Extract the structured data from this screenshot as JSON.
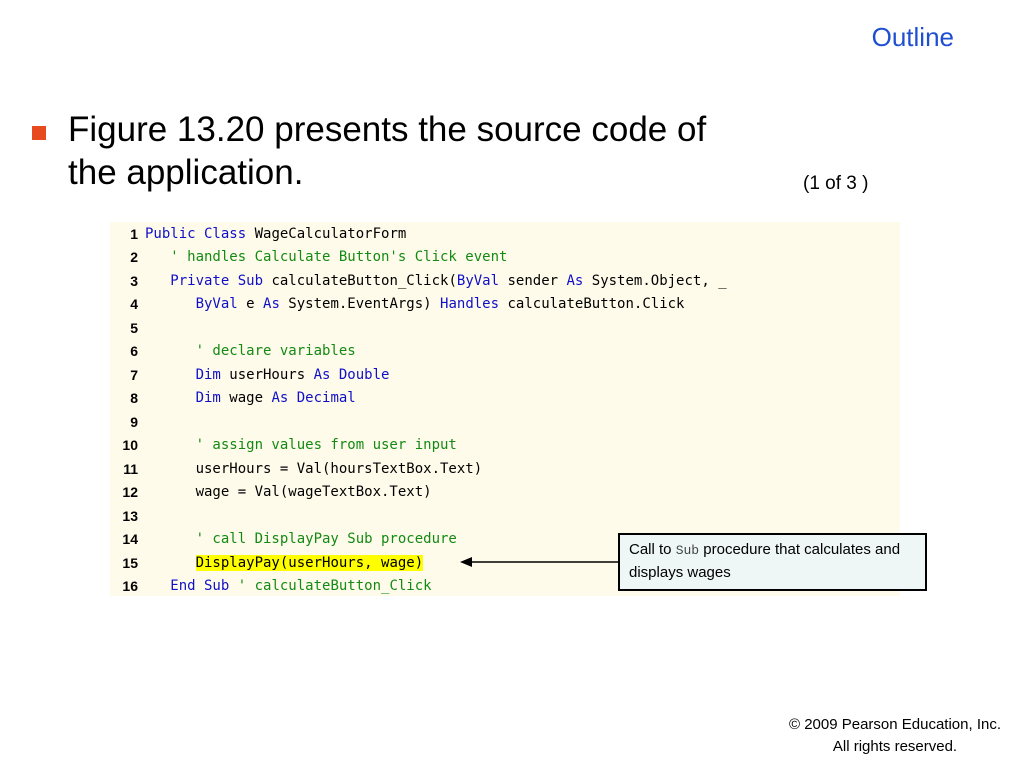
{
  "header": {
    "outline": "Outline"
  },
  "bullet": {
    "text": "Figure 13.20 presents the source code of the application."
  },
  "page_indicator": "(1 of 3 )",
  "code": [
    {
      "num": "1",
      "tokens": [
        {
          "t": "Public Class",
          "c": "kw"
        },
        {
          "t": " WageCalculatorForm",
          "c": ""
        }
      ]
    },
    {
      "num": "2",
      "tokens": [
        {
          "t": "   ' handles Calculate Button's Click event",
          "c": "cm"
        }
      ]
    },
    {
      "num": "3",
      "tokens": [
        {
          "t": "   Private Sub",
          "c": "kw"
        },
        {
          "t": " calculateButton_Click(",
          "c": ""
        },
        {
          "t": "ByVal",
          "c": "kw"
        },
        {
          "t": " sender ",
          "c": ""
        },
        {
          "t": "As",
          "c": "kw"
        },
        {
          "t": " System.Object, _",
          "c": ""
        }
      ]
    },
    {
      "num": "4",
      "tokens": [
        {
          "t": "      ByVal",
          "c": "kw"
        },
        {
          "t": " e ",
          "c": ""
        },
        {
          "t": "As",
          "c": "kw"
        },
        {
          "t": " System.EventArgs) ",
          "c": ""
        },
        {
          "t": "Handles",
          "c": "kw"
        },
        {
          "t": " calculateButton.Click",
          "c": ""
        }
      ]
    },
    {
      "num": "5",
      "tokens": []
    },
    {
      "num": "6",
      "tokens": [
        {
          "t": "      ' declare variables",
          "c": "cm"
        }
      ]
    },
    {
      "num": "7",
      "tokens": [
        {
          "t": "      Dim",
          "c": "kw"
        },
        {
          "t": " userHours ",
          "c": ""
        },
        {
          "t": "As Double",
          "c": "kw"
        }
      ]
    },
    {
      "num": "8",
      "tokens": [
        {
          "t": "      Dim",
          "c": "kw"
        },
        {
          "t": " wage ",
          "c": ""
        },
        {
          "t": "As Decimal",
          "c": "kw"
        }
      ]
    },
    {
      "num": "9",
      "tokens": []
    },
    {
      "num": "10",
      "tokens": [
        {
          "t": "      ' assign values from user input",
          "c": "cm"
        }
      ]
    },
    {
      "num": "11",
      "tokens": [
        {
          "t": "      userHours = Val(hoursTextBox.Text)",
          "c": ""
        }
      ]
    },
    {
      "num": "12",
      "tokens": [
        {
          "t": "      wage = Val(wageTextBox.Text)",
          "c": ""
        }
      ]
    },
    {
      "num": "13",
      "tokens": []
    },
    {
      "num": "14",
      "tokens": [
        {
          "t": "      ' call DisplayPay Sub procedure",
          "c": "cm"
        }
      ]
    },
    {
      "num": "15",
      "tokens": [
        {
          "t": "      ",
          "c": ""
        },
        {
          "t": "DisplayPay(userHours, wage)",
          "c": "hl"
        }
      ]
    },
    {
      "num": "16",
      "tokens": [
        {
          "t": "   End Sub",
          "c": "kw"
        },
        {
          "t": " ' calculateButton_Click",
          "c": "cm"
        }
      ]
    }
  ],
  "callout": {
    "prefix": "Call to ",
    "code_word": "Sub",
    "suffix": " procedure that calculates and displays wages"
  },
  "footer": {
    "copyright": "© 2009 Pearson Education, Inc.  All rights reserved."
  },
  "colors": {
    "keyword": "#1010c8",
    "comment": "#138a13",
    "highlight": "#ffff00",
    "bullet": "#e64a1e",
    "outline": "#1f4fd1"
  }
}
